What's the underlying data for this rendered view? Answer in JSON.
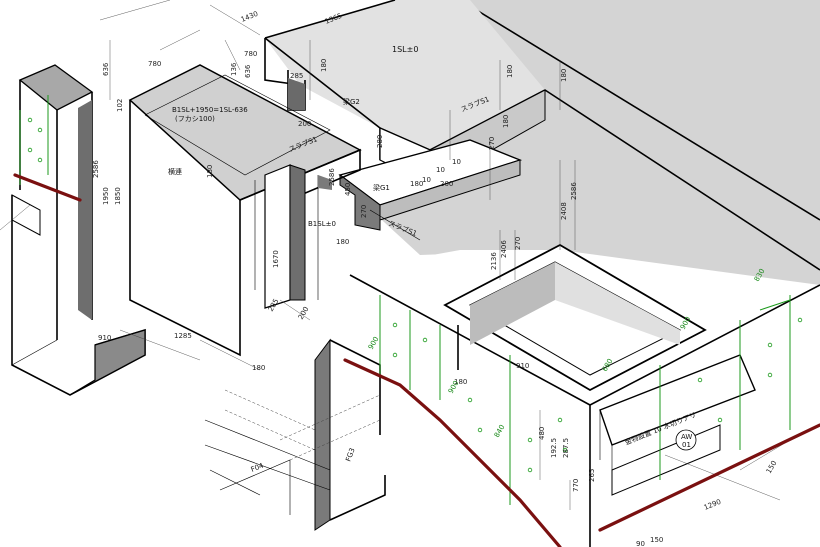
{
  "drawing": {
    "labels": {
      "top_level": "1SL±0",
      "beam_g2": "梁G2",
      "beam_g1": "梁G1",
      "slab_s1_a": "スラブS1",
      "slab_s1_b": "スラブS1",
      "slab_s1_c": "スラブS1",
      "slab_level": "B1SL+1950=1SL-636",
      "slab_note": "(フカシ100)",
      "ground_level": "B1SL±0",
      "horizontal_joint": "横連",
      "footing_a": "F04",
      "footing_b": "FG3",
      "opening_note": "金物設置 10 水切りアリ",
      "window_code_1": "AW",
      "window_code_2": "01"
    },
    "dimensions": {
      "d1430": "1430",
      "d1365": "1365",
      "d636": "636",
      "d780": "780",
      "d285a": "285",
      "d780b": "780",
      "d136": "136",
      "d636b": "636",
      "d102": "102",
      "d2586a": "2586",
      "d1950": "1950",
      "d1850": "1850",
      "d180a": "180",
      "d180b": "180",
      "d180c": "180",
      "d180d": "180",
      "d200a": "200",
      "d200b": "200",
      "d280": "280",
      "d10a": "10",
      "d10b": "10",
      "d10c": "10",
      "d180e": "180",
      "d270a": "270",
      "d270b": "270",
      "d450": "450",
      "d2586b": "2586",
      "d2586c": "2586",
      "d2408": "2408",
      "d2136": "2136",
      "d2406": "2406",
      "d1670": "1670",
      "d285b": "285",
      "d200c": "200",
      "d180f": "180",
      "d910a": "910",
      "d1285": "1285",
      "d180g": "180",
      "d910b": "910",
      "d180h": "180",
      "d480": "480",
      "d192": "192.5",
      "d287": "287.5",
      "d770": "770",
      "d265": "265",
      "d1290": "1290",
      "d150a": "150",
      "d150b": "150",
      "d90": "90",
      "d180i": "180"
    },
    "green_dims": {
      "g830": "830",
      "g900a": "900",
      "g900b": "900",
      "g680": "680",
      "g840": "840",
      "g900c": "900"
    }
  }
}
